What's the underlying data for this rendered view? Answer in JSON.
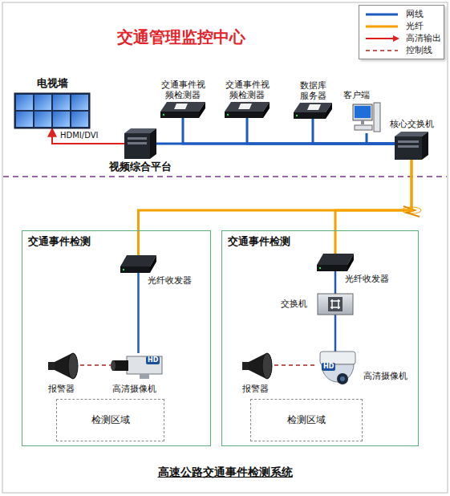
{
  "diagram": {
    "title": "交通管理监控中心",
    "caption": "高速公路交通事件检测系统",
    "nodes": [
      {
        "text": [
          "电视墙"
        ]
      },
      {
        "text": [
          "视频综合平台"
        ]
      },
      {
        "text": [
          "交通事件视频检测器"
        ]
      },
      {
        "text": [
          "交通事件视频检测器"
        ]
      },
      {
        "text": [
          "数据库服务器"
        ]
      },
      {
        "text": [
          "客户端"
        ]
      },
      {
        "text": [
          "核心交换机"
        ]
      },
      {
        "text": [
          "交通事件检测"
        ]
      },
      {
        "text": [
          "光纤收发器"
        ],
        "in": 7
      },
      {
        "text": [
          "报警器"
        ],
        "in": 7
      },
      {
        "text": [
          "高清摄像机"
        ],
        "in": 7
      },
      {
        "text": [
          "检测区域"
        ],
        "in": 7
      },
      {
        "text": [
          "交通事件检测"
        ]
      },
      {
        "text": [
          "光纤收发器"
        ],
        "in": 12
      },
      {
        "text": [
          "交换机"
        ],
        "in": 12
      },
      {
        "text": [
          "报警器"
        ],
        "in": 12
      },
      {
        "text": [
          "高清摄像机"
        ],
        "in": 12
      },
      {
        "text": [
          "检测区域"
        ],
        "in": 12
      }
    ],
    "edges": [
      {
        "from": 1,
        "to": 0,
        "arrow": "to",
        "label": "HDMI/DVI"
      },
      {
        "from": 1,
        "to": 6,
        "arrow": "none"
      },
      {
        "from": 2,
        "to": 6,
        "arrow": "none"
      },
      {
        "from": 3,
        "to": 6,
        "arrow": "none"
      },
      {
        "from": 4,
        "to": 6,
        "arrow": "none"
      },
      {
        "from": 5,
        "to": 6,
        "arrow": "none"
      },
      {
        "from": 6,
        "to": 8,
        "arrow": "none"
      },
      {
        "from": 6,
        "to": 13,
        "arrow": "none"
      },
      {
        "from": 8,
        "to": 10,
        "arrow": "none"
      },
      {
        "from": 9,
        "to": 10,
        "arrow": "none"
      },
      {
        "from": 13,
        "to": 14,
        "arrow": "none"
      },
      {
        "from": 14,
        "to": 16,
        "arrow": "none"
      },
      {
        "from": 15,
        "to": 16,
        "arrow": "none"
      }
    ],
    "labels": [
      "HD",
      "HD"
    ],
    "legend": [
      {
        "text": "网线"
      },
      {
        "text": "光纤"
      },
      {
        "text": "高清输出"
      },
      {
        "text": "控制线"
      }
    ]
  }
}
